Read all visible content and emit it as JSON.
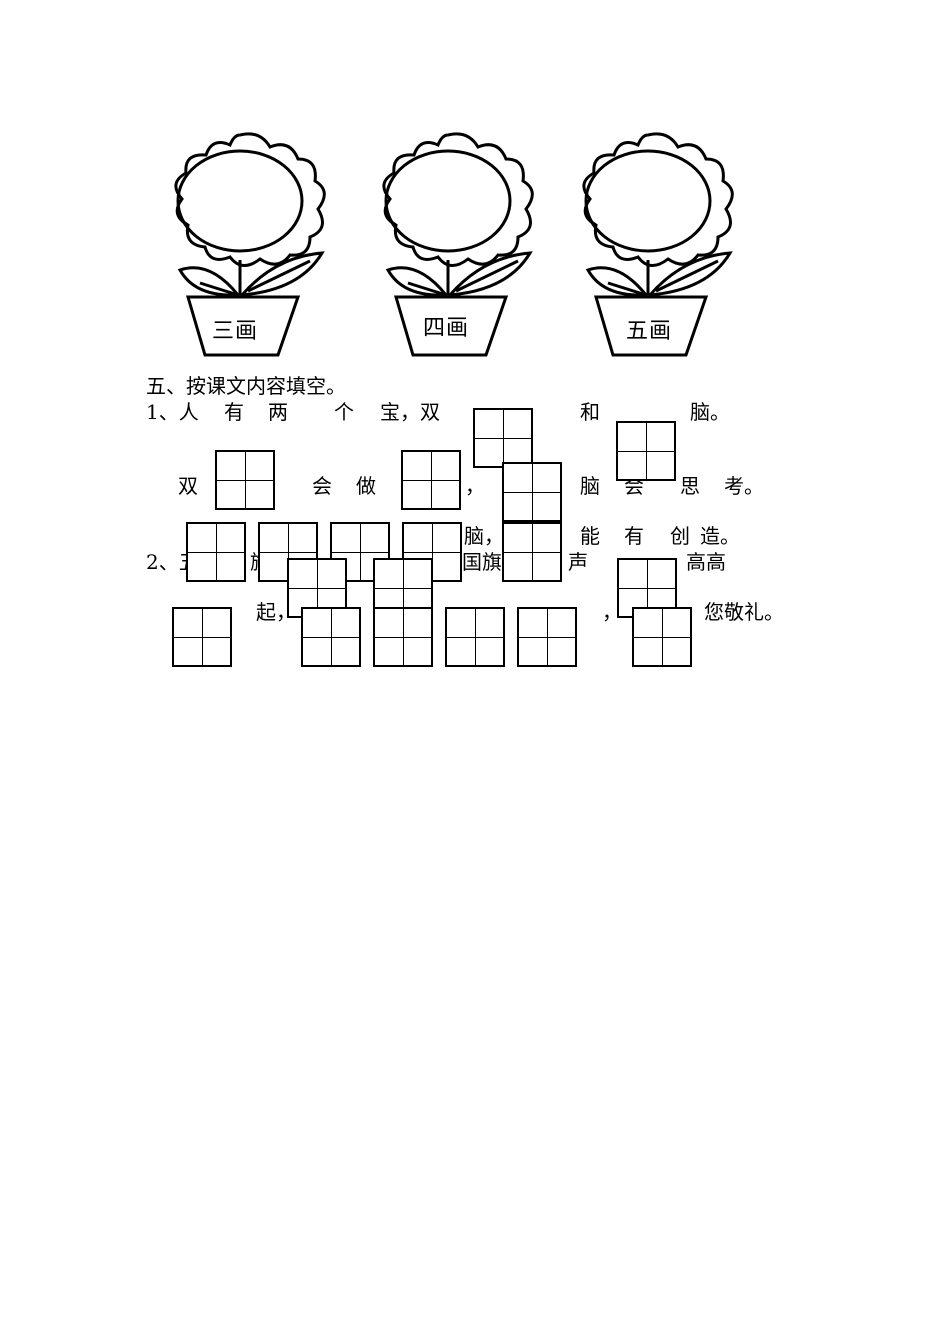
{
  "flowers": [
    {
      "label": "三画"
    },
    {
      "label": "四画"
    },
    {
      "label": "五画"
    }
  ],
  "section": {
    "heading": "五、按课文内容填空。",
    "q1": {
      "line1": [
        "1、人",
        "有",
        "两",
        "个",
        "宝，双",
        "和",
        "脑。"
      ],
      "line2": [
        "双",
        "会",
        "做",
        "，",
        "脑",
        "会",
        "思",
        "考。"
      ],
      "line3": [
        "脑，",
        "能",
        "有",
        "创",
        "造。"
      ]
    },
    "q2": {
      "line1": [
        "2、五",
        "旗",
        "国旗",
        "声",
        "高高"
      ],
      "line2": [
        "起，",
        "，",
        "您敬礼。"
      ]
    }
  }
}
